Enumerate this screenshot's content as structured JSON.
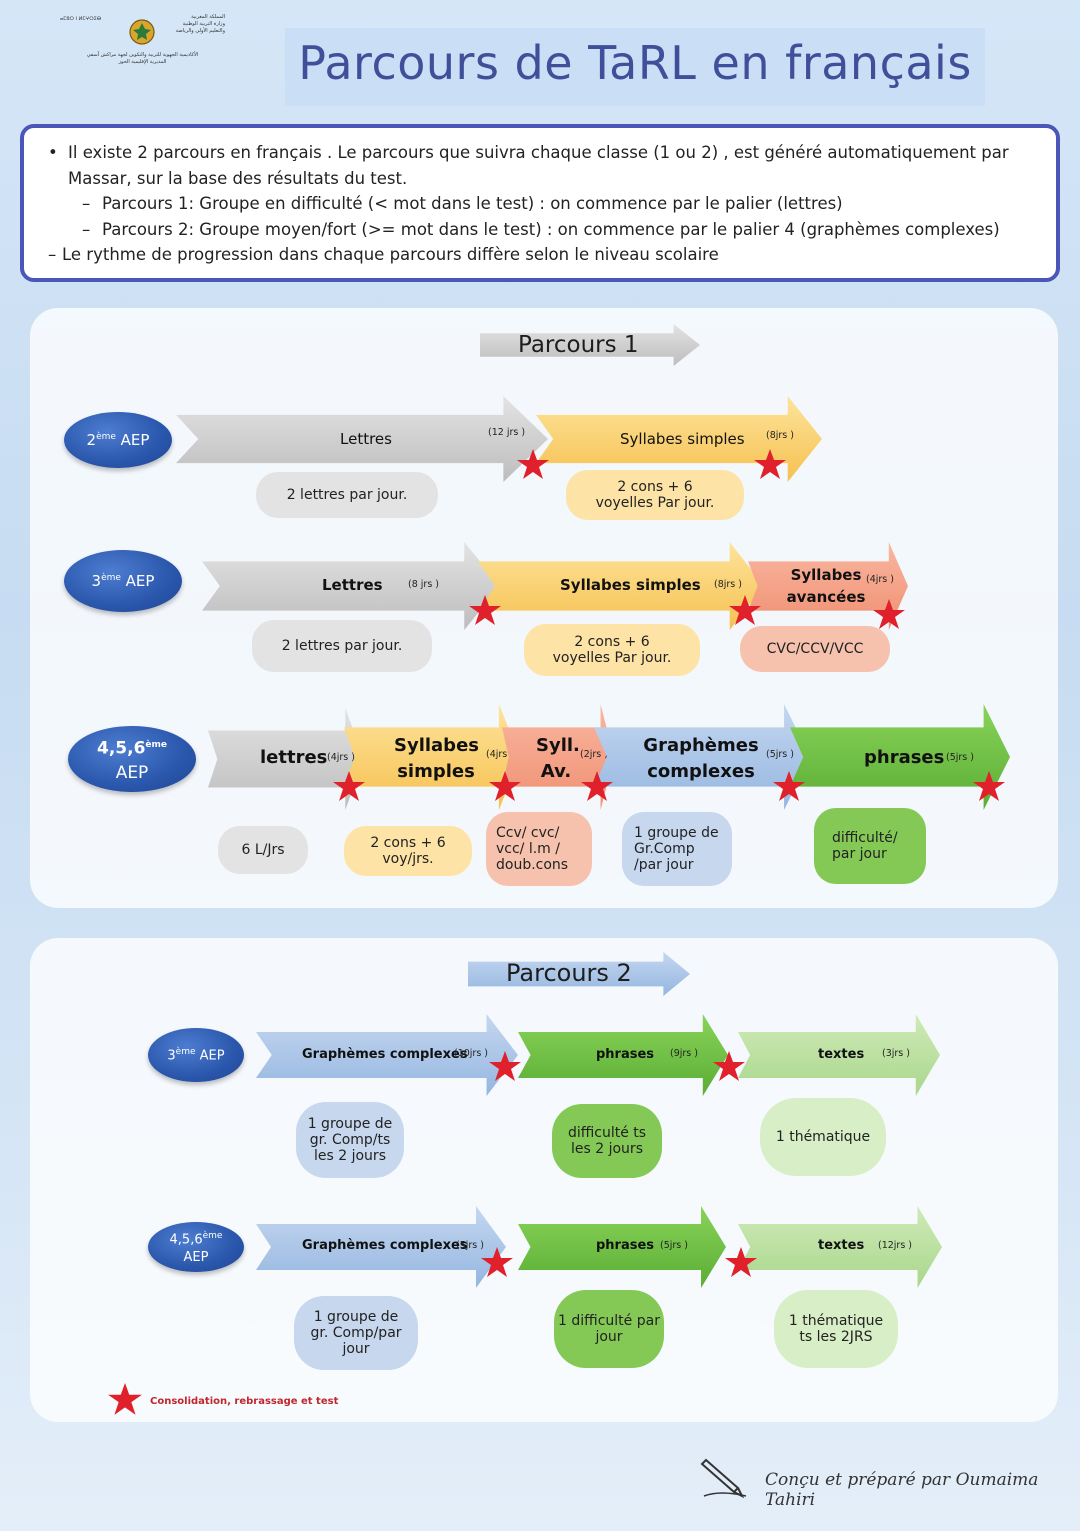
{
  "header": {
    "title": "Parcours de TaRL en français",
    "logo_lines": [
      "ⴰⵎⵓⵔ ⵏ ⵍⵎⵖⵔⵉⴱ",
      "المملكة المغربية",
      "وزارة التربية الوطنية",
      "والتعليم الأولي والرياضة",
      "الأكاديمية الجهوية للتربية والتكوين لجهة مراكش آسفي",
      "المديرية الإقليمية الحوز"
    ]
  },
  "intro": {
    "bullet": "Il existe 2 parcours en français . Le parcours que suivra chaque classe (1 ou 2) , est généré automatiquement par Massar, sur la base des résultats du test.",
    "sub1": "Parcours 1: Groupe en difficulté (< mot dans le test) : on commence par le palier (lettres)",
    "sub2": "Parcours 2: Groupe moyen/fort (>= mot dans le test) : on commence par le palier 4 (graphèmes complexes)",
    "note": "Le rythme de progression dans chaque parcours diffère selon le niveau scolaire"
  },
  "parcours1": {
    "title": "Parcours 1",
    "rows": [
      {
        "level_num": "2",
        "level_sup": "ème",
        "level_rest": " AEP",
        "steps": [
          {
            "label": "Lettres",
            "days": "(12 jrs )",
            "pill": "2 lettres par jour."
          },
          {
            "label": "Syllabes simples",
            "days": "(8jrs )",
            "pill": "2 cons + 6 voyelles Par jour."
          }
        ]
      },
      {
        "level_num": "3",
        "level_sup": "ème",
        "level_rest": " AEP",
        "steps": [
          {
            "label": "Lettres",
            "days": "(8 jrs )",
            "pill": "2 lettres par jour."
          },
          {
            "label": "Syllabes simples",
            "days": "(8jrs )",
            "pill": "2 cons + 6 voyelles Par jour."
          },
          {
            "label": "Syllabes avancées",
            "days": "(4jrs )",
            "pill": "CVC/CCV/VCC"
          }
        ]
      },
      {
        "level_num": "4,5,6",
        "level_sup": "ème",
        "level_rest": "AEP",
        "steps": [
          {
            "label": "lettres",
            "days": "(4jrs )",
            "pill": "6 L/Jrs"
          },
          {
            "label": "Syllabes simples",
            "days": "(4jrs )",
            "pill": "2 cons + 6 voy/jrs."
          },
          {
            "label": "Syll. Av.",
            "days": "(2jrs )",
            "pill": "Ccv/ cvc/ vcc/ l.m / doub.cons"
          },
          {
            "label": "Graphèmes complexes",
            "days": "(5jrs )",
            "pill": "1 groupe de Gr.Comp /par jour"
          },
          {
            "label": "phrases",
            "days": "(5jrs )",
            "pill": "difficulté/ par jour"
          }
        ]
      }
    ]
  },
  "parcours2": {
    "title": "Parcours 2",
    "rows": [
      {
        "level_num": "3",
        "level_sup": "ème",
        "level_rest": " AEP",
        "steps": [
          {
            "label": "Graphèmes complexes",
            "days": "(10jrs )",
            "pill": "1 groupe de gr. Comp/ts les 2 jours"
          },
          {
            "label": "phrases",
            "days": "(9jrs )",
            "pill": "difficulté ts les 2 jours"
          },
          {
            "label": "textes",
            "days": "(3jrs )",
            "pill": "1 thématique"
          }
        ]
      },
      {
        "level_num": "4,5,6",
        "level_sup": "ème",
        "level_rest": "AEP",
        "steps": [
          {
            "label": "Graphèmes complexes",
            "days": "(5jrs )",
            "pill": "1 groupe de gr. Comp/par jour"
          },
          {
            "label": "phrases",
            "days": "(5jrs )",
            "pill": "1 difficulté par jour"
          },
          {
            "label": "textes",
            "days": "(12jrs )",
            "pill": "1 thématique ts les 2JRS"
          }
        ]
      }
    ]
  },
  "legend": {
    "text": "Consolidation, rebrassage et test",
    "star_color": "#e0202a"
  },
  "signature": "Conçu et préparé par Oumaima Tahiri",
  "colors": {
    "title": "#3f4f9a",
    "frame": "#4a56b8",
    "oval": "#2a57ac",
    "star": "#e0202a"
  }
}
